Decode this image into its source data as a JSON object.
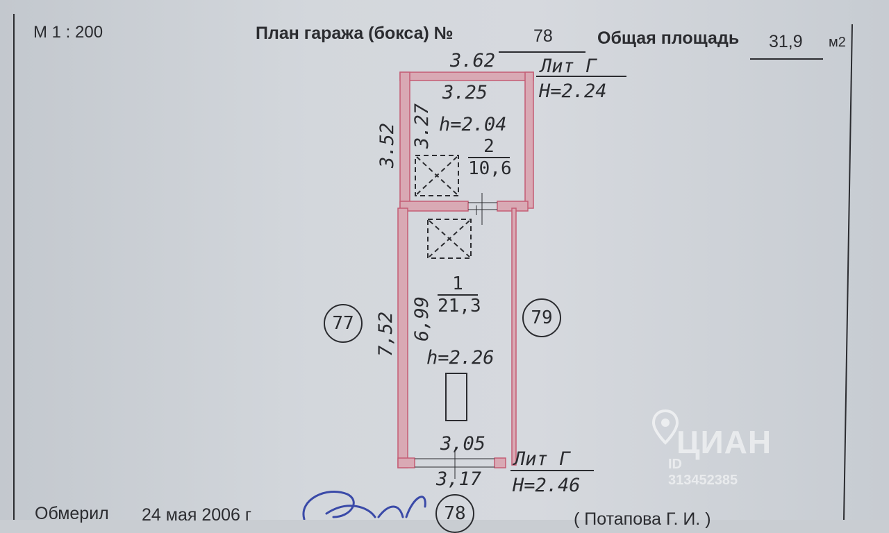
{
  "header": {
    "scale": "М 1 : 200",
    "title": "План гаража (бокса) №",
    "garage_number": "78",
    "area_label": "Общая площадь",
    "area_value": "31,9",
    "area_unit": "м2"
  },
  "plan": {
    "outer_width_top": "3.62",
    "lit_top": "Лит Г",
    "height_top": "H=2.24",
    "room2": {
      "inner_width": "3.25",
      "height_label": "h=2.04",
      "side_outer": "3.52",
      "side_inner": "3.27",
      "number": "2",
      "area": "10,6"
    },
    "room1": {
      "number": "1",
      "area": "21,3",
      "side_inner": "6,99",
      "side_outer": "7,52",
      "height_label": "h=2.26",
      "inner_width_bottom": "3,05",
      "outer_width_bottom": "3,17"
    },
    "lit_bottom": "Лит Г",
    "height_bottom": "H=2.46",
    "neighbor_left": "77",
    "neighbor_right": "79",
    "neighbor_bottom": "78"
  },
  "footer": {
    "measured_label": "Обмерил",
    "date": "24 мая 2006 г",
    "name": "( Потапова Г. И. )"
  },
  "watermark": {
    "brand": "ЦИАН",
    "id": "ID 313452385"
  },
  "colors": {
    "wall_fill": "#d9a9b4",
    "wall_line": "#c45c74",
    "ink": "#2b2c30",
    "signature_ink": "#3a4aa8"
  }
}
